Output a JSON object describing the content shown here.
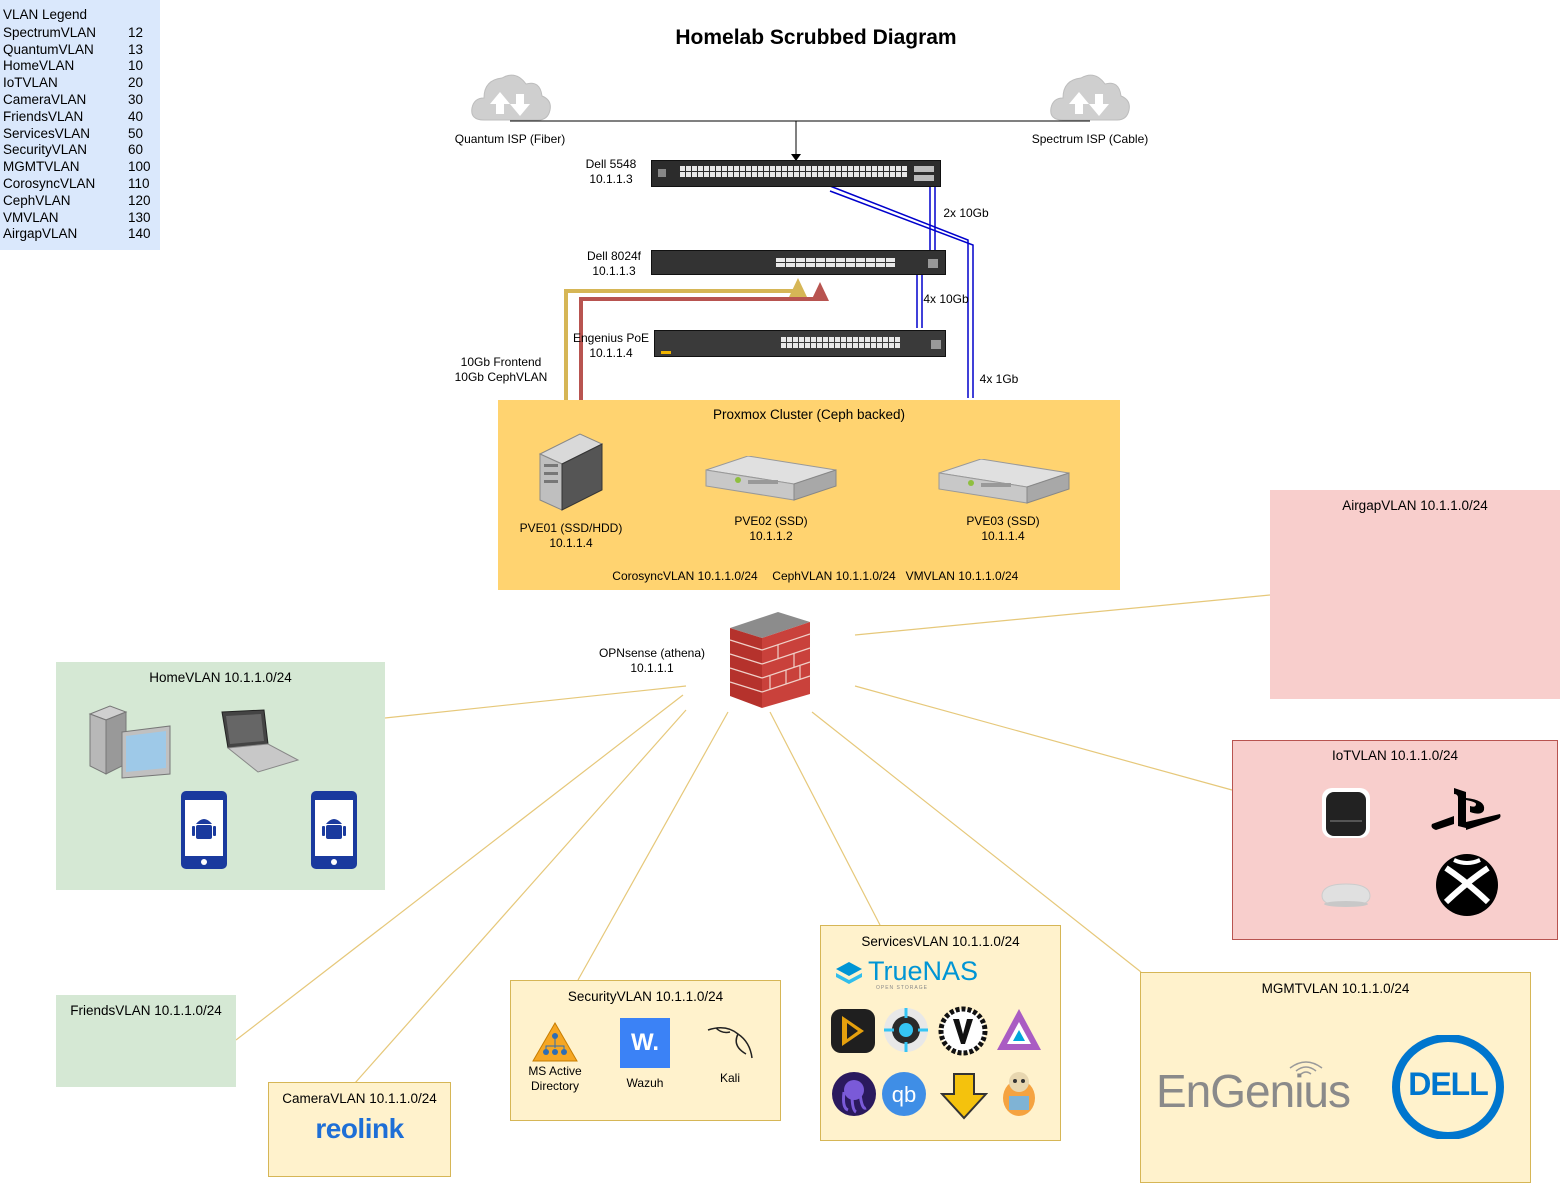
{
  "title": "Homelab Scrubbed Diagram",
  "legend": {
    "heading": "VLAN Legend",
    "rows": [
      {
        "name": "SpectrumVLAN",
        "id": "12"
      },
      {
        "name": "QuantumVLAN",
        "id": "13"
      },
      {
        "name": "HomeVLAN",
        "id": "10"
      },
      {
        "name": "IoTVLAN",
        "id": "20"
      },
      {
        "name": "CameraVLAN",
        "id": "30"
      },
      {
        "name": "FriendsVLAN",
        "id": "40"
      },
      {
        "name": "ServicesVLAN",
        "id": "50"
      },
      {
        "name": "SecurityVLAN",
        "id": "60"
      },
      {
        "name": "MGMTVLAN",
        "id": "100"
      },
      {
        "name": "CorosyncVLAN",
        "id": "110"
      },
      {
        "name": "CephVLAN",
        "id": "120"
      },
      {
        "name": "VMVLAN",
        "id": "130"
      },
      {
        "name": "AirgapVLAN",
        "id": "140"
      }
    ]
  },
  "isps": {
    "quantum": "Quantum ISP (Fiber)",
    "spectrum": "Spectrum ISP (Cable)"
  },
  "switches": {
    "dell5548": {
      "name": "Dell 5548",
      "ip": "10.1.1.3"
    },
    "dell8024f": {
      "name": "Dell 8024f",
      "ip": "10.1.1.3"
    },
    "engenius": {
      "name": "Engenius PoE",
      "ip": "10.1.1.4"
    }
  },
  "links": {
    "two_10gb": "2x 10Gb",
    "four_10gb": "4x 10Gb",
    "four_1gb": "4x 1Gb",
    "frontend": "10Gb Frontend",
    "ceph": "10Gb CephVLAN"
  },
  "proxmox": {
    "title": "Proxmox Cluster (Ceph backed)",
    "nodes": [
      {
        "name": "PVE01 (SSD/HDD)",
        "ip": "10.1.1.4"
      },
      {
        "name": "PVE02 (SSD)",
        "ip": "10.1.1.2"
      },
      {
        "name": "PVE03 (SSD)",
        "ip": "10.1.1.4"
      }
    ],
    "vlans": {
      "corosync": "CorosyncVLAN 10.1.1.0/24",
      "ceph": "CephVLAN 10.1.1.0/24",
      "vm": "VMVLAN 10.1.1.0/24"
    }
  },
  "firewall": {
    "name": "OPNsense (athena)",
    "ip": "10.1.1.1"
  },
  "zones": {
    "home": "HomeVLAN 10.1.1.0/24",
    "friends": "FriendsVLAN 10.1.1.0/24",
    "camera": "CameraVLAN 10.1.1.0/24",
    "security": "SecurityVLAN 10.1.1.0/24",
    "services": "ServicesVLAN 10.1.1.0/24",
    "mgmt": "MGMTVLAN 10.1.1.0/24",
    "iot": "IoTVLAN 10.1.1.0/24",
    "airgap": "AirgapVLAN 10.1.1.0/24"
  },
  "security_apps": {
    "ad": "MS Active Directory",
    "wazuh": "Wazuh",
    "kali": "Kali"
  },
  "logos": {
    "reolink": "reolink",
    "truenas": "TrueNAS",
    "truenas_sub": "OPEN STORAGE",
    "engenius": "EnGenius",
    "dell": "DELL",
    "wazuh_mark": "W."
  },
  "colors": {
    "frontend_link": "#d6b656",
    "ceph_link": "#b85450",
    "uplink": "#0000cc",
    "vlan_link": "#e6c87a"
  },
  "icons": [
    "cloud-upload-icon",
    "server-tower-icon",
    "rack-server-icon",
    "firewall-icon",
    "desktop-icon",
    "laptop-icon",
    "android-phone-icon",
    "playstation-icon",
    "xbox-icon",
    "smart-speaker-icon",
    "active-directory-icon",
    "kali-dragon-icon"
  ]
}
